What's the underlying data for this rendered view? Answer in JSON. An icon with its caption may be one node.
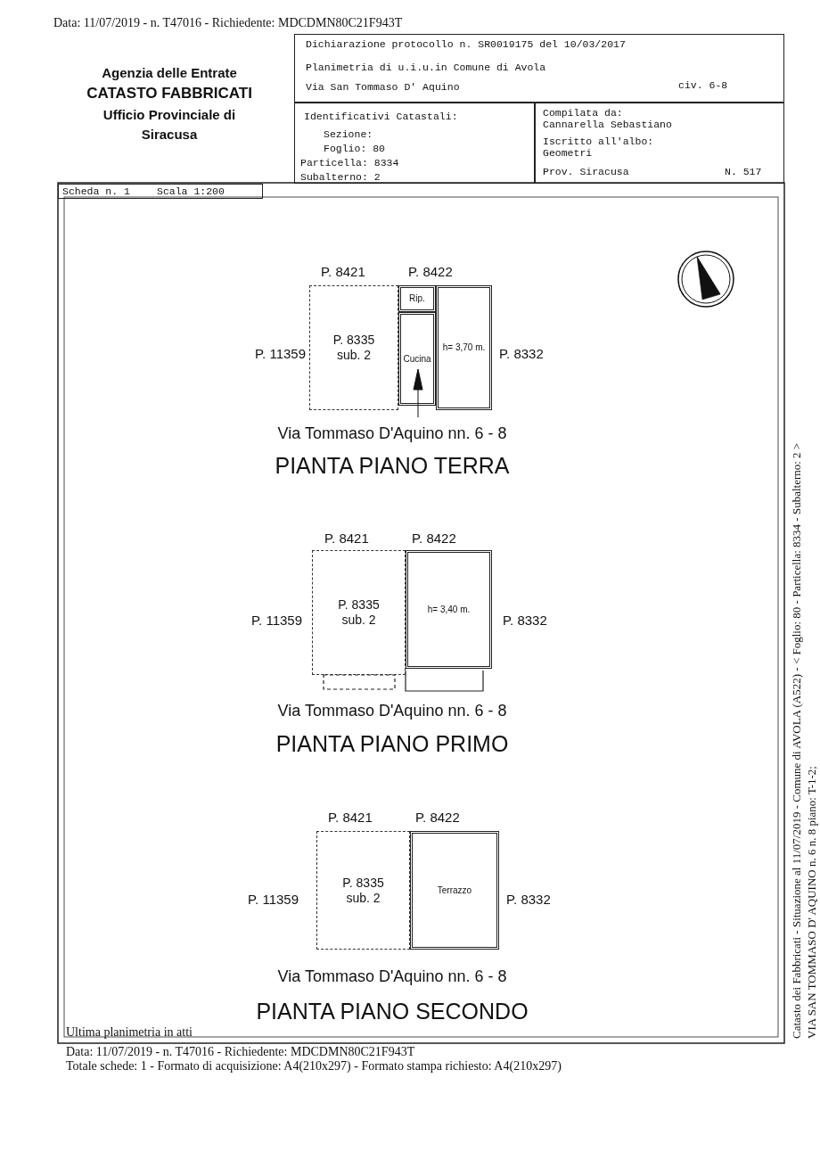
{
  "diagram": {
    "nodes": [
      {
        "text": [
          "Dichiarazione protocollo n. SR0019175 del 10/03/2017",
          "Planimetria di u.i.u.in Comune di Avola",
          "Via San Tommaso D' Aquino",
          "civ. 6-8"
        ]
      },
      {
        "text": [
          "Identificativi Catastali:",
          "Sezione:",
          "Foglio: 80",
          "Particella: 8334",
          "Subalterno: 2"
        ]
      },
      {
        "text": [
          "Compilata da: Cannarella Sebastiano",
          "Iscritto all'albo: Geometri",
          "Prov. Siracusa",
          "N. 517"
        ]
      },
      {
        "text": [
          "Scheda n. 1",
          "Scala 1:200"
        ]
      },
      {
        "text": [
          "P. 8335 sub. 2"
        ]
      },
      {
        "text": [
          "Rip."
        ]
      },
      {
        "text": [
          "Cucina"
        ]
      },
      {
        "text": [
          "h= 3,70 m."
        ]
      },
      {
        "text": [
          "P. 8335 sub. 2"
        ]
      },
      {
        "text": [
          "h= 3,40 m."
        ]
      },
      {
        "text": [
          "P. 8335 sub. 2"
        ]
      },
      {
        "text": [
          "Terrazzo"
        ]
      }
    ],
    "edges": [],
    "labels": [
      "Data: 11/07/2019 - n. T47016 - Richiedente: MDCDMN80C21F943T",
      "Agenzia delle Entrate",
      "CATASTO FABBRICATI",
      "Ufficio Provinciale di Siracusa",
      "P. 8421",
      "P. 8422",
      "P. 11359",
      "P. 8332",
      "Via Tommaso D'Aquino nn. 6 - 8",
      "PIANTA PIANO TERRA",
      "P. 8421",
      "P. 8422",
      "P. 11359",
      "P. 8332",
      "Via Tommaso D'Aquino nn. 6 - 8",
      "PIANTA PIANO PRIMO",
      "P. 8421",
      "P. 8422",
      "P. 11359",
      "P. 8332",
      "Via Tommaso D'Aquino nn. 6 - 8",
      "PIANTA PIANO SECONDO",
      "Ultima planimetria in atti",
      "Data: 11/07/2019 - n. T47016 - Richiedente: MDCDMN80C21F943T",
      "Totale schede: 1 - Formato di acquisizione: A4(210x297)  - Formato stampa richiesto: A4(210x297)",
      "Catasto dei Fabbricati - Situazione al 11/07/2019 - Comune di AVOLA (A522) - < Foglio: 80 - Particella: 8334 - Subalterno: 2 >",
      "VIA SAN TOMMASO D' AQUINO n. 6 n. 8 piano: T-1-2;"
    ]
  }
}
